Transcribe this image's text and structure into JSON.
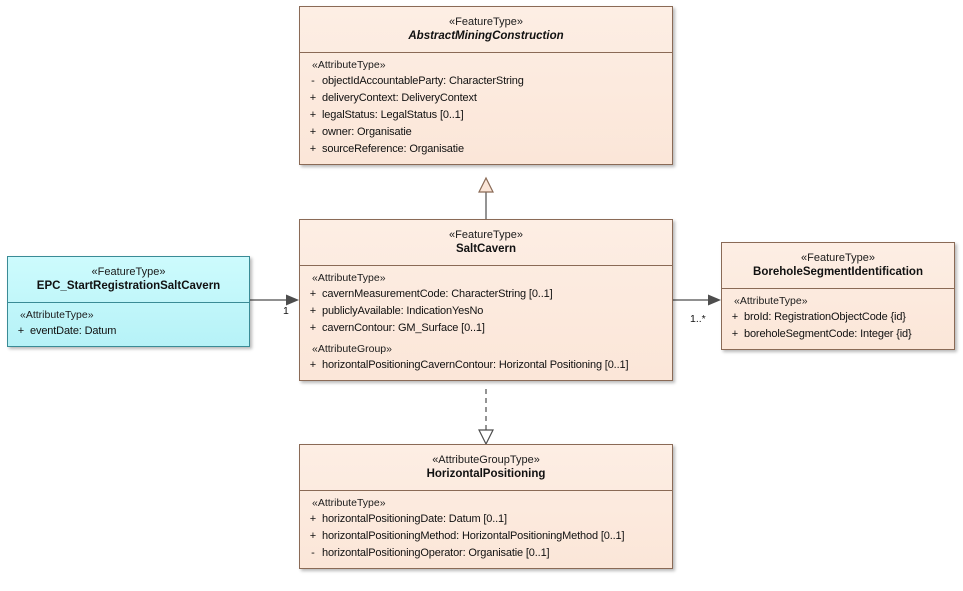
{
  "diagram": {
    "type": "uml-class-diagram",
    "classes": [
      {
        "id": "abstractMiningConstruction",
        "stereotype": "«FeatureType»",
        "name": "AbstractMiningConstruction",
        "italic": true,
        "style": "peach",
        "compartments": [
          {
            "label": "«AttributeType»",
            "attributes": [
              {
                "vis": "-",
                "text": "objectIdAccountableParty: CharacterString"
              },
              {
                "vis": "+",
                "text": "deliveryContext: DeliveryContext"
              },
              {
                "vis": "+",
                "text": "legalStatus: LegalStatus [0..1]"
              },
              {
                "vis": "+",
                "text": "owner: Organisatie"
              },
              {
                "vis": "+",
                "text": "sourceReference: Organisatie"
              }
            ]
          }
        ]
      },
      {
        "id": "saltCavern",
        "stereotype": "«FeatureType»",
        "name": "SaltCavern",
        "italic": false,
        "style": "peach",
        "compartments": [
          {
            "label": "«AttributeType»",
            "attributes": [
              {
                "vis": "+",
                "text": "cavernMeasurementCode: CharacterString [0..1]"
              },
              {
                "vis": "+",
                "text": "publiclyAvailable: IndicationYesNo"
              },
              {
                "vis": "+",
                "text": "cavernContour: GM_Surface [0..1]"
              }
            ]
          },
          {
            "label": "«AttributeGroup»",
            "attributes": [
              {
                "vis": "+",
                "text": "horizontalPositioningCavernContour: Horizontal Positioning [0..1]"
              }
            ]
          }
        ]
      },
      {
        "id": "epcStartRegistrationSaltCavern",
        "stereotype": "«FeatureType»",
        "name": "EPC_StartRegistrationSaltCavern",
        "italic": false,
        "style": "cyan",
        "compartments": [
          {
            "label": "«AttributeType»",
            "attributes": [
              {
                "vis": "+",
                "text": "eventDate: Datum"
              }
            ]
          }
        ]
      },
      {
        "id": "boreholeSegmentIdentification",
        "stereotype": "«FeatureType»",
        "name": "BoreholeSegmentIdentification",
        "italic": false,
        "style": "peach",
        "compartments": [
          {
            "label": "«AttributeType»",
            "attributes": [
              {
                "vis": "+",
                "text": "broId: RegistrationObjectCode {id}"
              },
              {
                "vis": "+",
                "text": "boreholeSegmentCode: Integer {id}"
              }
            ]
          }
        ]
      },
      {
        "id": "horizontalPositioning",
        "stereotype": "«AttributeGroupType»",
        "name": "HorizontalPositioning",
        "italic": false,
        "style": "peach",
        "compartments": [
          {
            "label": "«AttributeType»",
            "attributes": [
              {
                "vis": "+",
                "text": "horizontalPositioningDate: Datum [0..1]"
              },
              {
                "vis": "+",
                "text": "horizontalPositioningMethod: HorizontalPositioningMethod [0..1]"
              },
              {
                "vis": "-",
                "text": "horizontalPositioningOperator: Organisatie [0..1]"
              }
            ]
          }
        ]
      }
    ],
    "multiplicities": [
      {
        "id": "mult-epc-source",
        "value": "1"
      },
      {
        "id": "mult-borehole-target",
        "value": "1..*"
      }
    ],
    "colors": {
      "peach_fill_top": "#fdeee4",
      "peach_fill_bottom": "#fbe6d8",
      "peach_border": "#8a6a56",
      "cyan_fill_top": "#cdfbfd",
      "cyan_fill_bottom": "#b6f2f7",
      "cyan_border": "#3a8b96",
      "line": "#4d4d4d"
    }
  }
}
